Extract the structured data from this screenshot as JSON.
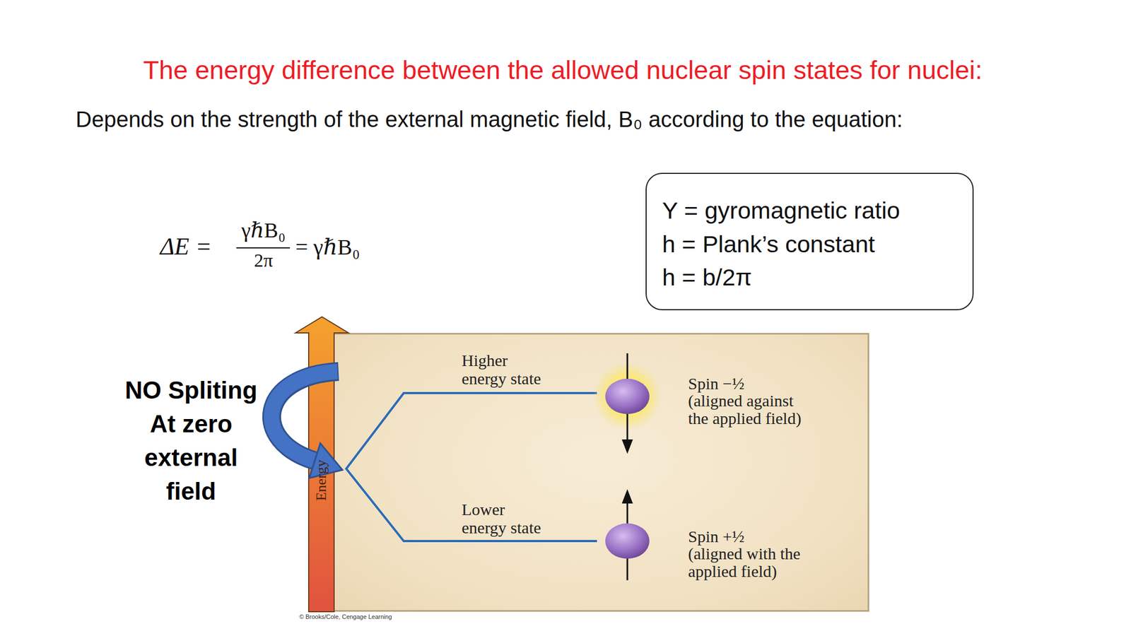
{
  "diagram": {
    "title": "The energy difference between the allowed nuclear spin states for nuclei:",
    "nodes": [
      {
        "text": [
          "Y = gyromagnetic ratio",
          "h = Plank’s constant",
          "h = b/2π"
        ]
      },
      {
        "text": [
          "Higher energy state",
          "Spin −½",
          "(aligned against the applied field)",
          "Lower energy state",
          "Spin +½",
          "(aligned with the applied field)"
        ]
      }
    ],
    "labels": [
      "Depends on the strength of the external magnetic field, B₀ according to the equation:",
      "ΔE =",
      "γℏB₀",
      "2π",
      "= γℏB₀",
      "NO Spliting At zero external field",
      "Energy",
      "© Brooks/Cole, Cengage Learning"
    ]
  }
}
